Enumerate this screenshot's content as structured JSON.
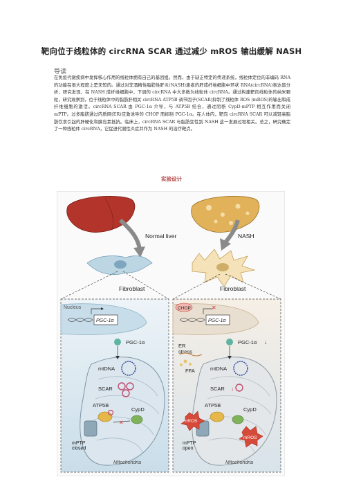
{
  "title": "靶向位于线粒体的 circRNA SCAR 通过减少 mROS 输出缓解 NASH",
  "section_heading": "导读",
  "abstract": "在免疫代谢疾病中发挥核心作用的线粒体拥有自己的基因组。然而，由于缺乏特定的传递系统，线粒体定位的非编码 RNA 的功能在很大程度上是未知的。通过对非酒精性脂肪性肝炎(NASH)患者的肝成纤维细胞中环状 RNA(circRNA)表达谱分析，研究发现，在 NASH 成纤维细胞中，下调的 circRNA 中大多数为线粒体 circRNA。通过构建靶向线粒体的纳米颗粒，研究观察到，位于线粒体中的脂肪肝相关 circRNA ATP5B 调节因子(SCAR)抑制了线粒体 ROS (mROS)的输出和成纤维细胞的激活。circRNA SCAR 由 PGC-1α 介导，与 ATP5B 结合，通过阻断 CypD-mPTP 相互作用而关闭 mPTP。过多脂肪通过内质网(ER)应激诱导的 CHOP 而抑制 PGC-1α。在人体内，靶向 circRNA SCAR 可以减轻高脂肪饮食引起的肝硬化和胰岛素抵抗。临床上，circRNA SCAR 与脂肪变性到 NASH 这一发展过程相关。总之，研究确定了一种线粒体 circRNA，它促进代谢性炎症并作为 NASH 的治疗靶点。",
  "design_heading": "实验设计",
  "figure": {
    "normal_liver": "Normal liver",
    "nash": "NASH",
    "fibroblast_left": "Fibroblast",
    "fibroblast_right": "Fibroblast",
    "nucleus": "Nucleus",
    "pgc_gene_left": "PGC-1α",
    "pgc_gene_right": "PGC-1α",
    "chop": "CHOP",
    "pgc_protein_left": "PGC-1α",
    "pgc_protein_right": "PGC-1α",
    "down_arrow": "↓",
    "er_stress": "ER\nstress",
    "ffa": "FFA",
    "mtdna_left": "mtDNA",
    "mtdna_right": "mtDNA",
    "scar_left": "SCAR",
    "scar_right": "SCAR",
    "atp5b_left": "ATP5B",
    "atp5b_right": "ATP5B",
    "cypd_left": "CypD",
    "cypd_right": "CypD",
    "mptp_closed": "mPTP\nclosed",
    "mptp_open": "mPTP\nopen",
    "mito_left": "Mitochondria",
    "mito_right": "Mitochondria",
    "cros": "cROS",
    "mros": "mROS"
  },
  "colors": {
    "title_accent": "#b5474a",
    "liver_normal": "#b3342a",
    "liver_nash": "#e2b25a",
    "arrow_gray": "#8a8a8a",
    "panel_bg": "#d6e6ef",
    "pgc": "#5fb3a3",
    "scar_ring": "#c24a6a",
    "ros": "#d64a3a"
  }
}
